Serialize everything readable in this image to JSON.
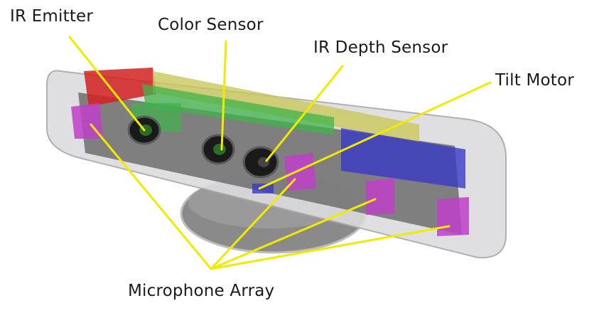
{
  "labels": {
    "ir_emitter": "IR Emitter",
    "color_sensor": "Color Sensor",
    "ir_depth_sensor": "IR Depth Sensor",
    "tilt_motor": "Tilt Motor",
    "microphone_array": "Microphone Array"
  },
  "colors": {
    "callout_line": "#f2ea00",
    "shell": "#d9d9dc",
    "chassis": "#707070",
    "ir_emitter_part": "#d42020",
    "board_top": "#c9c75a",
    "color_sensor_part": "#3fb34a",
    "board_right": "#3a3ac6",
    "microphones": "#c040c8"
  }
}
